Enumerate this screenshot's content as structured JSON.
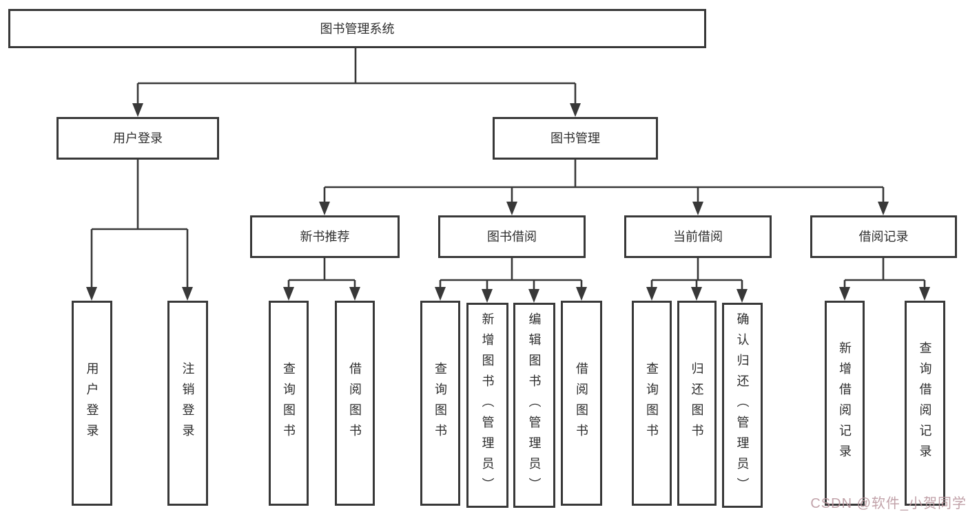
{
  "nodes": {
    "root": {
      "label": "图书管理系统"
    },
    "user_login": {
      "label": "用户登录"
    },
    "book_mgmt": {
      "label": "图书管理"
    },
    "new_books": {
      "label": "新书推荐"
    },
    "book_borrow": {
      "label": "图书借阅"
    },
    "current_borrow": {
      "label": "当前借阅"
    },
    "borrow_records": {
      "label": "借阅记录"
    },
    "user_login_children": [
      {
        "label": "用户登录"
      },
      {
        "label": "注销登录"
      }
    ],
    "new_books_children": [
      {
        "label": "查询图书"
      },
      {
        "label": "借阅图书"
      }
    ],
    "book_borrow_children": [
      {
        "label": "查询图书"
      },
      {
        "label": "新增图书（管理员）"
      },
      {
        "label": "编辑图书（管理员）"
      },
      {
        "label": "借阅图书"
      }
    ],
    "current_borrow_children": [
      {
        "label": "查询图书"
      },
      {
        "label": "归还图书"
      },
      {
        "label": "确认归还（管理员）"
      }
    ],
    "borrow_records_children": [
      {
        "label": "新增借阅记录"
      },
      {
        "label": "查询借阅记录"
      }
    ]
  },
  "watermark": {
    "text": "CSDN @软件_小贺同学"
  },
  "colors": {
    "line": "#383838",
    "box_border": "#383838",
    "text": "#2d2d2d",
    "background": "#ffffff",
    "watermark_color": "#bb98a0"
  }
}
